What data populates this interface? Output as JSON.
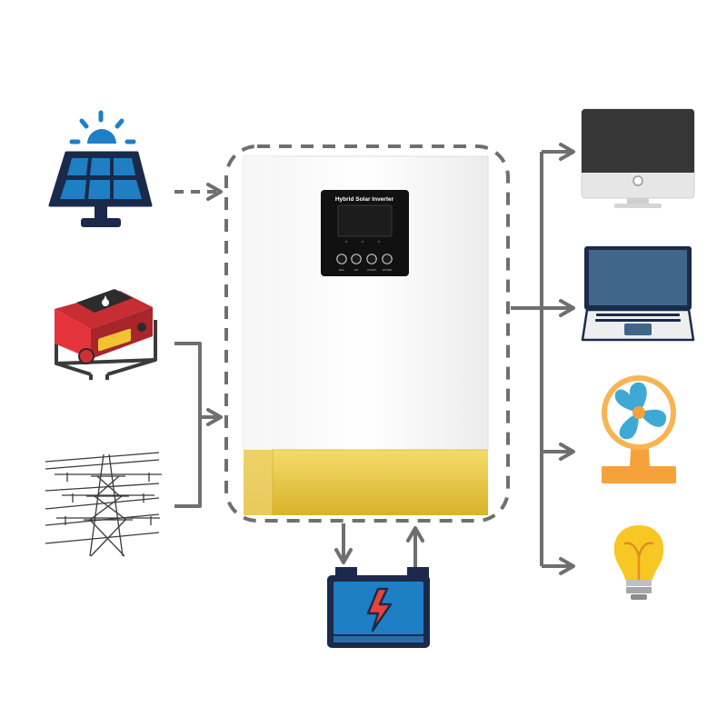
{
  "inverter": {
    "panel_title": "Hybrid Solar Inverter",
    "buttons": [
      "ESC",
      "UP",
      "DOWN",
      "ENTER"
    ]
  },
  "colors": {
    "arrow": "#6f6f6f",
    "solar_blue": "#1f7fc4",
    "navy": "#1b2a4a",
    "generator_red": "#e5333b",
    "inverter_gold": "#e2c23a",
    "battery_blue": "#1f7fc4",
    "bolt_red": "#e8433a",
    "fan_blue": "#3fa9d6",
    "fan_orange": "#f6a23a",
    "bulb_yellow": "#f7c823"
  },
  "sources": [
    {
      "name": "solar-panel",
      "icon": "solar-panel-icon"
    },
    {
      "name": "generator",
      "icon": "generator-icon"
    },
    {
      "name": "grid",
      "icon": "power-tower-icon"
    }
  ],
  "storage": {
    "name": "battery",
    "icon": "battery-icon"
  },
  "loads": [
    {
      "name": "monitor",
      "icon": "desktop-monitor-icon"
    },
    {
      "name": "laptop",
      "icon": "laptop-icon"
    },
    {
      "name": "fan",
      "icon": "desk-fan-icon"
    },
    {
      "name": "light-bulb",
      "icon": "light-bulb-icon"
    }
  ]
}
